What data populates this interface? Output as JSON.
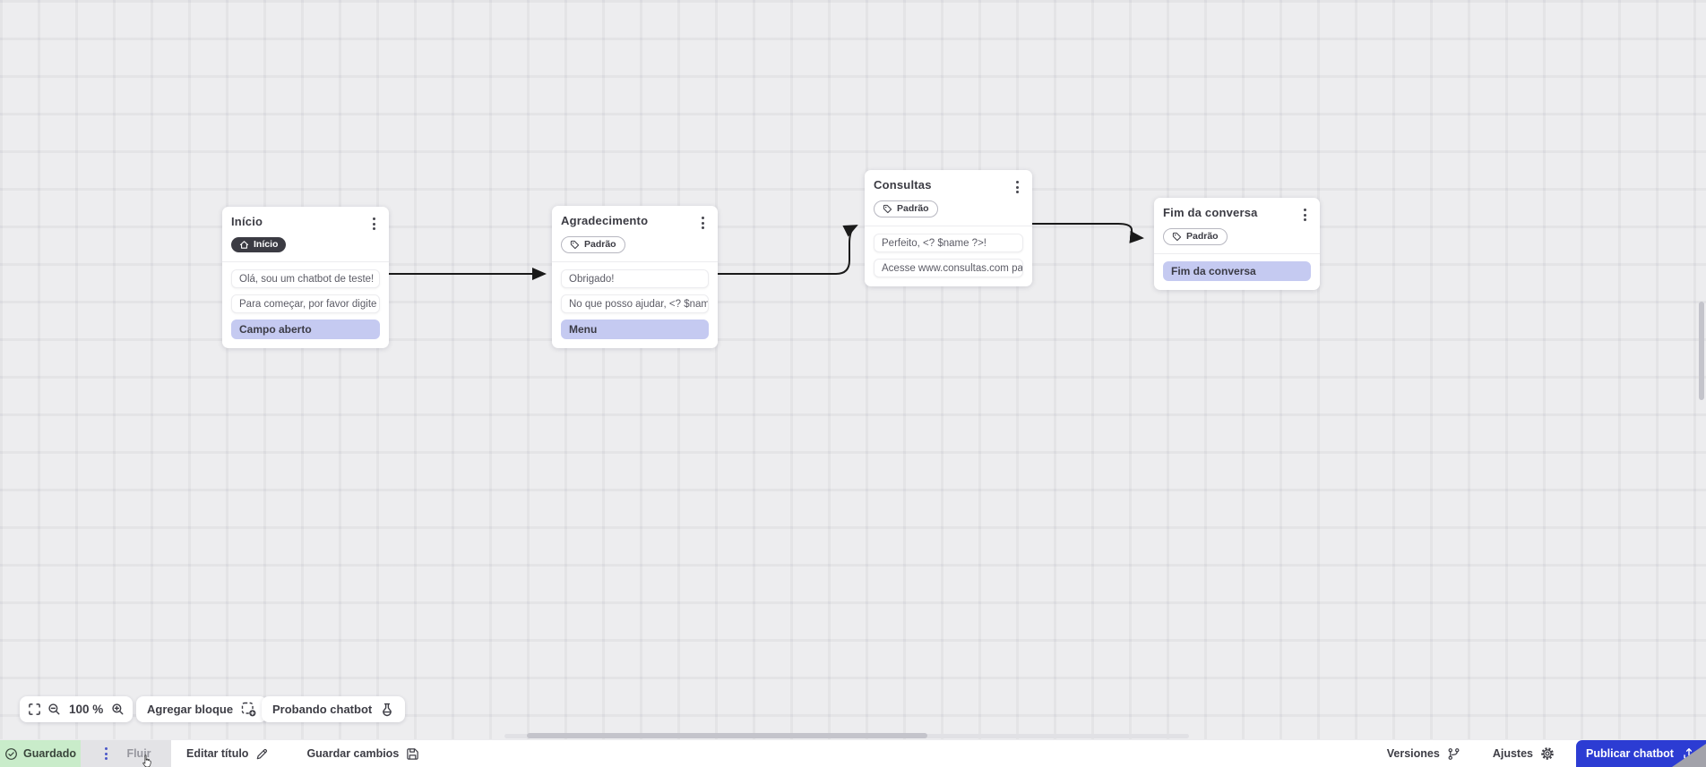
{
  "canvas": {
    "nodes": [
      {
        "title": "Início",
        "badge_label": "Início",
        "badge_style": "dark",
        "rows": [
          {
            "text": "Olá, sou um chatbot de teste!",
            "type": "message"
          },
          {
            "text": "Para começar, por favor digite o ...",
            "type": "message"
          },
          {
            "text": "Campo aberto",
            "type": "action"
          }
        ]
      },
      {
        "title": "Agradecimento",
        "badge_label": "Padrão",
        "badge_style": "outline",
        "rows": [
          {
            "text": "Obrigado!",
            "type": "message"
          },
          {
            "text": "No que posso ajudar, <? $name ...",
            "type": "message"
          },
          {
            "text": "Menu",
            "type": "action"
          }
        ]
      },
      {
        "title": "Consultas",
        "badge_label": "Padrão",
        "badge_style": "outline",
        "rows": [
          {
            "text": "Perfeito, <? $name ?>!",
            "type": "message"
          },
          {
            "text": "Acesse www.consultas.com par...",
            "type": "message"
          }
        ]
      },
      {
        "title": "Fim da conversa",
        "badge_label": "Padrão",
        "badge_style": "outline",
        "rows": [
          {
            "text": "Fim da conversa",
            "type": "action"
          }
        ]
      }
    ]
  },
  "toolbar": {
    "zoom_level": "100 %",
    "add_block": "Agregar bloque",
    "test_chatbot": "Probando chatbot"
  },
  "statusbar": {
    "saved": "Guardado",
    "flow_tab": "Fluir",
    "edit_title": "Editar título",
    "save_changes": "Guardar cambios",
    "versions": "Versiones",
    "settings": "Ajustes",
    "publish": "Publicar chatbot"
  },
  "colors": {
    "accent_blue": "#2c3cd3",
    "saved_green_bg": "#c9ecca",
    "row_highlight": "#c5caf1",
    "badge_dark": "#3b3b43",
    "arrow": "#1a1a1a",
    "canvas_bg": "#ededef"
  }
}
